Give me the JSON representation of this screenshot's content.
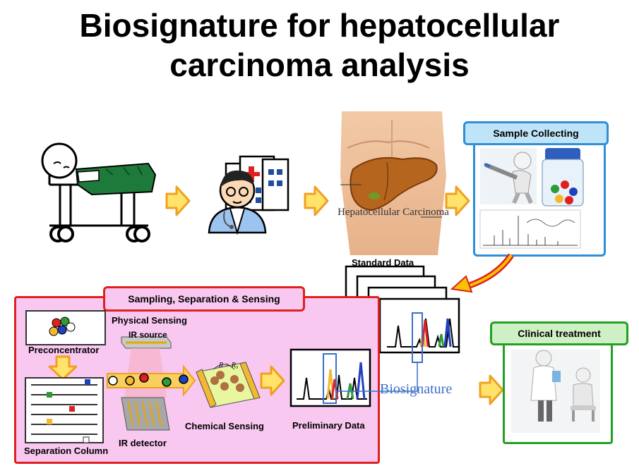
{
  "title": {
    "line1": "Biosignature for hepatocellular",
    "line2": "carcinoma analysis"
  },
  "liver_caption": "Hepatocellular Carcinoma",
  "sample_collecting": {
    "title": "Sample Collecting"
  },
  "standard_data": {
    "label": "Standard Data"
  },
  "sss_box": {
    "title": "Sampling, Separation & Sensing",
    "preconcentrator": "Preconcentrator",
    "physical_sensing": "Physical Sensing",
    "ir_source": "IR source",
    "ir_detector": "IR detector",
    "chemical_sensing": "Chemical Sensing",
    "resistance_label": "R > R₀",
    "preliminary_data": "Preliminary Data",
    "separation_column": "Separation Column"
  },
  "biosignature_label": "Biosignature",
  "clinical_treatment": {
    "title": "Clinical treatment"
  },
  "colors": {
    "arrow_fill": "#FFE36B",
    "arrow_stroke": "#F0A020",
    "sss_border": "#E02020",
    "sss_fill": "#F8C8F0",
    "sample_border": "#2E8FD8",
    "sample_header": "#BFE4F8",
    "clinical_border": "#22A022",
    "clinical_header": "#CFEFC4",
    "biosignature_blue": "#3B6FC8"
  }
}
